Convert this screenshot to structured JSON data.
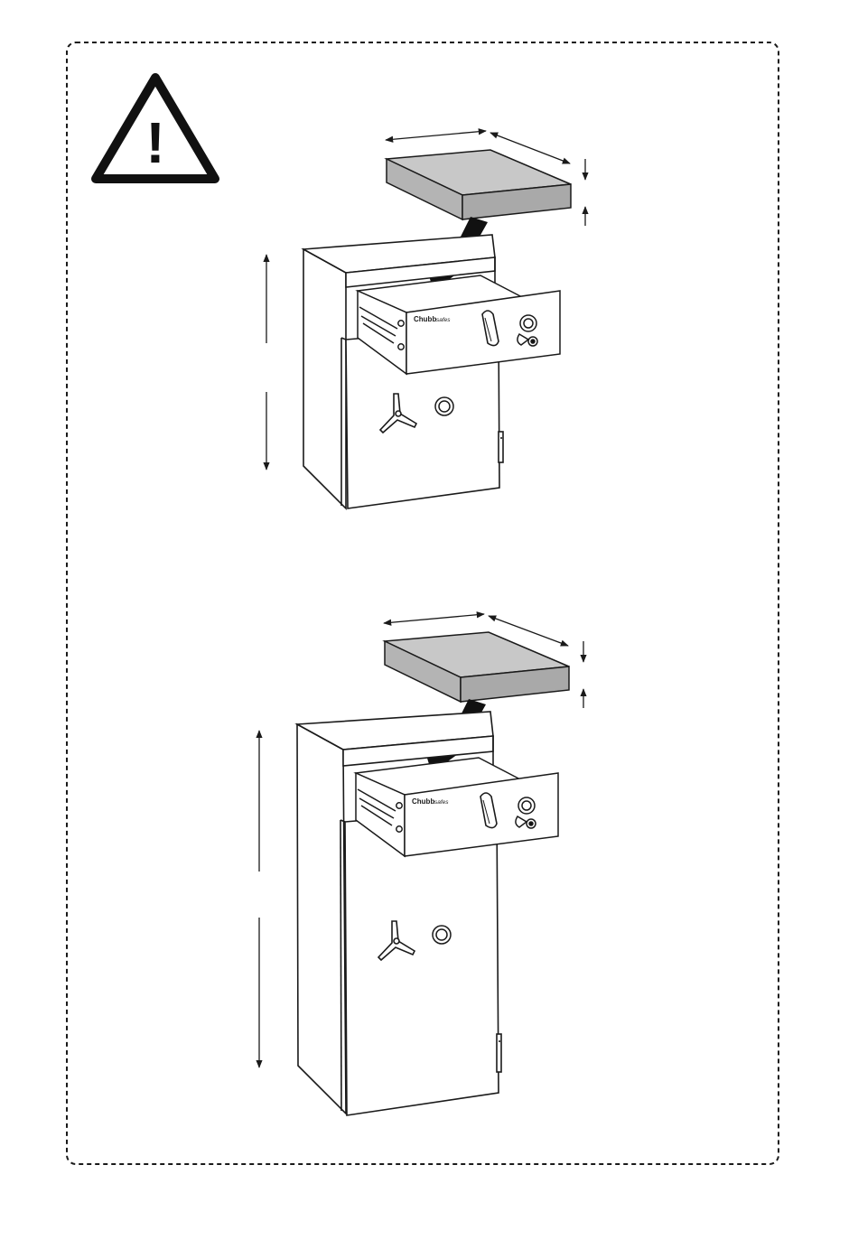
{
  "page": {
    "background": "#ffffff",
    "frame_style": "dashed rounded border"
  },
  "warning": {
    "icon": "warning-triangle-icon",
    "glyph": "!"
  },
  "brand": {
    "main": "Chubb",
    "sub": "safes"
  },
  "colors": {
    "line": "#1a1a1a",
    "box_top": "#c8c8c8",
    "box_side": "#a9a9a9",
    "arrow": "#111111"
  },
  "illustrations": [
    {
      "id": "short-safe",
      "variant": "short"
    },
    {
      "id": "tall-safe",
      "variant": "tall"
    }
  ]
}
